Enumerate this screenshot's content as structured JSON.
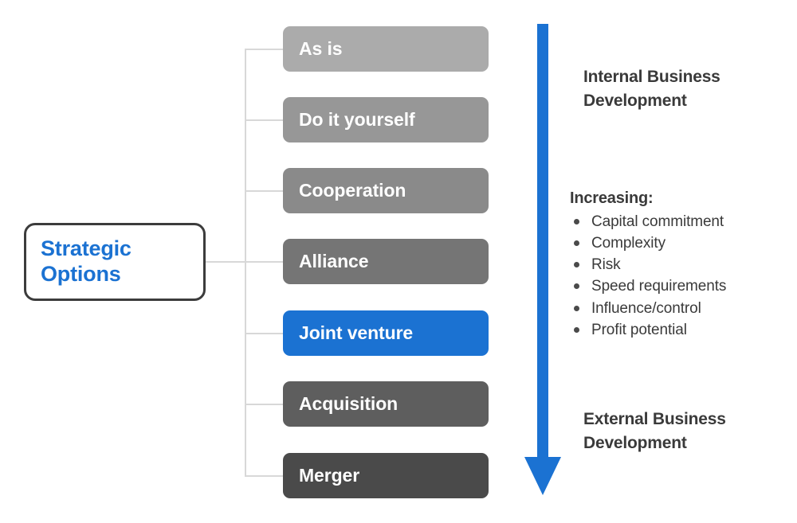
{
  "diagram": {
    "title": "Strategic Options",
    "root": {
      "name": "strategic-options-node",
      "line1": "Strategic",
      "line2": "Options",
      "text_color": "#1b72d2",
      "border_color": "#3c3c3c"
    },
    "options": [
      {
        "label": "As is",
        "color": "#ababab",
        "key": "as-is"
      },
      {
        "label": "Do it yourself",
        "color": "#979797",
        "key": "do-it-yourself"
      },
      {
        "label": "Cooperation",
        "color": "#8a8a8a",
        "key": "cooperation"
      },
      {
        "label": "Alliance",
        "color": "#757575",
        "key": "alliance"
      },
      {
        "label": "Joint venture",
        "color": "#1b72d2",
        "key": "joint-venture",
        "highlighted": true
      },
      {
        "label": "Acquisition",
        "color": "#5e5e5e",
        "key": "acquisition"
      },
      {
        "label": "Merger",
        "color": "#4a4a4a",
        "key": "merger"
      }
    ],
    "arrow": {
      "name": "increasing-arrow",
      "direction": "down",
      "color": "#1b72d2"
    },
    "annotations": {
      "top": {
        "line1": "Internal Business",
        "line2": "Development"
      },
      "bottom": {
        "line1": "External Business",
        "line2": "Development"
      },
      "increasing": {
        "title": "Increasing:",
        "items": [
          "Capital commitment",
          "Complexity",
          "Risk",
          "Speed requirements",
          "Influence/control",
          "Profit potential"
        ]
      }
    }
  }
}
